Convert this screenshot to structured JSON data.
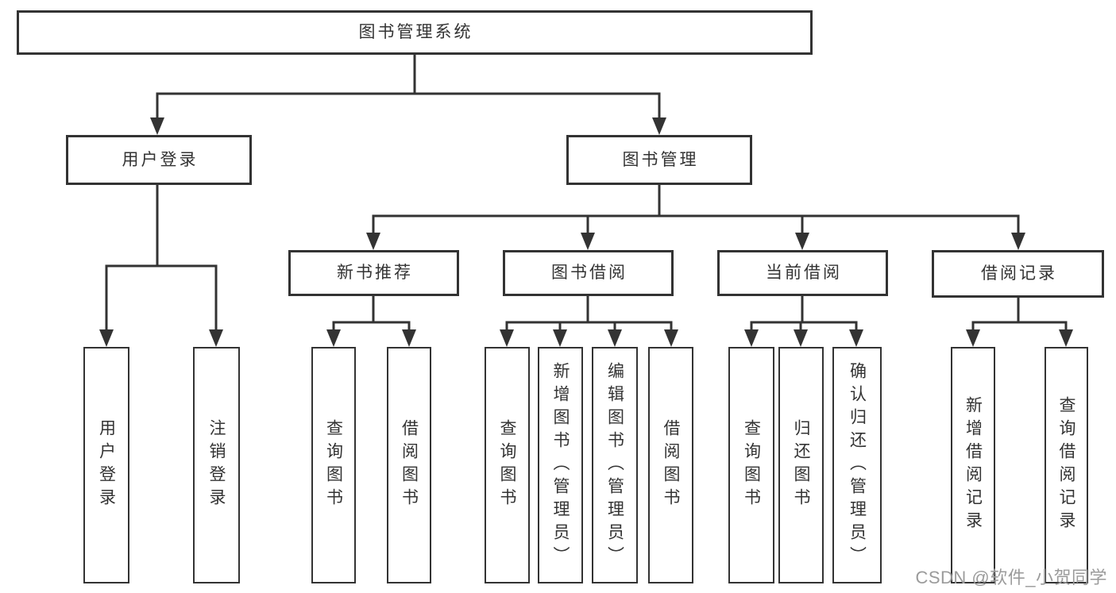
{
  "nodes": {
    "root": {
      "label": "图书管理系统"
    },
    "user_login": {
      "label": "用户登录"
    },
    "book_mgmt": {
      "label": "图书管理"
    },
    "new_book_rec": {
      "label": "新书推荐"
    },
    "book_borrow": {
      "label": "图书借阅"
    },
    "current_borrow": {
      "label": "当前借阅"
    },
    "borrow_record": {
      "label": "借阅记录"
    },
    "leaf_user_login": {
      "label": "用户登录"
    },
    "leaf_logout": {
      "label": "注销登录"
    },
    "leaf_nb_query": {
      "label": "查询图书"
    },
    "leaf_nb_borrow": {
      "label": "借阅图书"
    },
    "leaf_bb_query": {
      "label": "查询图书"
    },
    "leaf_bb_add": {
      "label": "新增图书（管理员）"
    },
    "leaf_bb_edit": {
      "label": "编辑图书（管理员）"
    },
    "leaf_bb_borrow": {
      "label": "借阅图书"
    },
    "leaf_cb_query": {
      "label": "查询图书"
    },
    "leaf_cb_return": {
      "label": "归还图书"
    },
    "leaf_cb_confirm": {
      "label": "确认归还（管理员）"
    },
    "leaf_br_add": {
      "label": "新增借阅记录"
    },
    "leaf_br_query": {
      "label": "查询借阅记录"
    }
  },
  "hierarchy": {
    "图书管理系统": {
      "用户登录": [
        "用户登录",
        "注销登录"
      ],
      "图书管理": {
        "新书推荐": [
          "查询图书",
          "借阅图书"
        ],
        "图书借阅": [
          "查询图书",
          "新增图书（管理员）",
          "编辑图书（管理员）",
          "借阅图书"
        ],
        "当前借阅": [
          "查询图书",
          "归还图书",
          "确认归还（管理员）"
        ],
        "借阅记录": [
          "新增借阅记录",
          "查询借阅记录"
        ]
      }
    }
  },
  "watermark": "CSDN @软件_小贺同学",
  "colors": {
    "line": "#333333",
    "text": "#333333",
    "box_fill": "#ffffff",
    "watermark": "#9b9b9b"
  }
}
